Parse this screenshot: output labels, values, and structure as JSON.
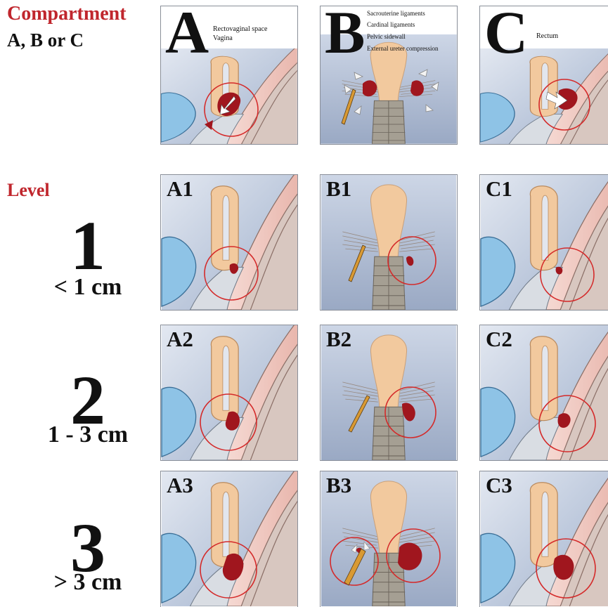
{
  "header": {
    "compartment_title": "Compartment",
    "compartment_sub": "A, B or C",
    "level_title": "Level"
  },
  "levels": [
    {
      "number": "1",
      "range": "< 1 cm"
    },
    {
      "number": "2",
      "range": "1 - 3 cm"
    },
    {
      "number": "3",
      "range": "> 3 cm"
    }
  ],
  "compartments": {
    "A": {
      "letter": "A",
      "lines": [
        "Rectovaginal space",
        "Vagina"
      ]
    },
    "B": {
      "letter": "B",
      "lines": [
        "Sacrouterine ligaments",
        "Cardinal ligaments",
        "Pelvic sidewall",
        "External ureter compression"
      ]
    },
    "C": {
      "letter": "C",
      "lines": [
        "Rectum"
      ]
    }
  },
  "cells": {
    "A1": "A1",
    "A2": "A2",
    "A3": "A3",
    "B1": "B1",
    "B2": "B2",
    "B3": "B3",
    "C1": "C1",
    "C2": "C2",
    "C3": "C3"
  },
  "colors": {
    "accent_red": "#c0262d",
    "lesion": "#a0161e",
    "panel_bg": "#c3cde0",
    "uterus": "#f2c99e",
    "rectum": "#f3cfc9",
    "bladder": "#8ec3e6"
  }
}
